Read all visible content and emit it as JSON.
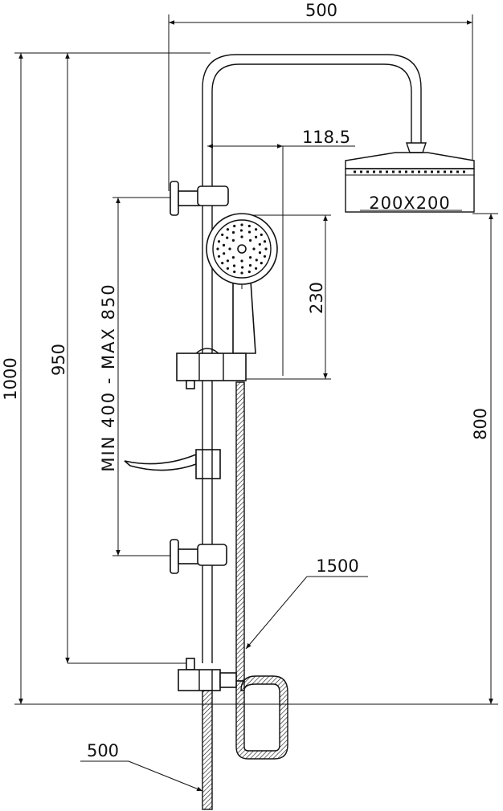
{
  "dimensions": {
    "top_width": "500",
    "arm_offset": "118.5",
    "head_size": "200X200",
    "hand_shower_length": "230",
    "total_height": "1000",
    "rail_height": "950",
    "bracket_spacing": "MIN 400 - MAX 850",
    "head_height": "800",
    "hose_length": "1500",
    "inlet_length": "500"
  }
}
